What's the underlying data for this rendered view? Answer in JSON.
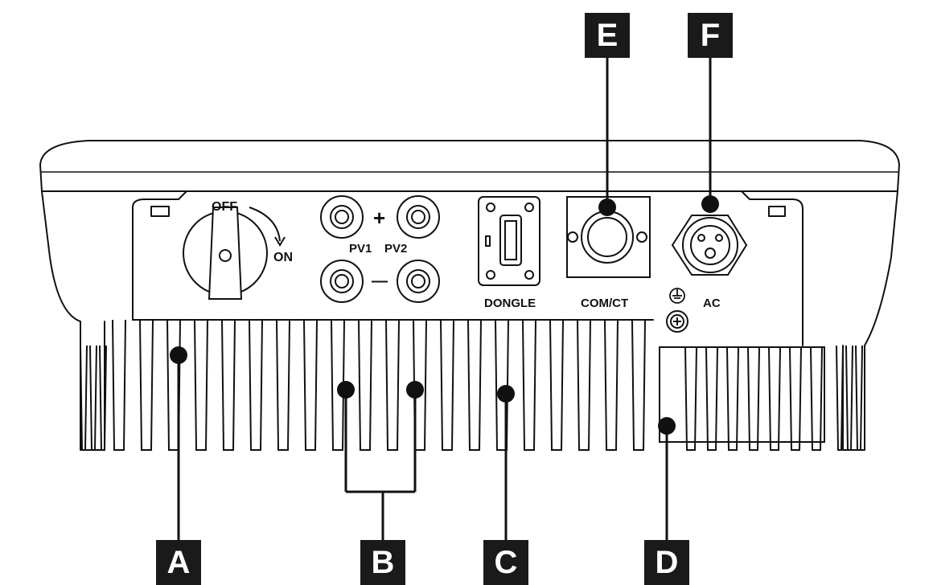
{
  "switch": {
    "off_label": "OFF",
    "on_label": "ON"
  },
  "pv": {
    "plus_sign": "+",
    "minus_sign": "—",
    "pv1_label": "PV1",
    "pv2_label": "PV2"
  },
  "ports": {
    "dongle_label": "DONGLE",
    "comct_label": "COM/CT",
    "ac_label": "AC"
  },
  "callouts": {
    "a": "A",
    "b": "B",
    "c": "C",
    "d": "D",
    "e": "E",
    "f": "F"
  },
  "icons": {
    "ground": "ground-icon",
    "switch": "dc-switch-icon"
  },
  "colors": {
    "line": "#111111",
    "callout_bg": "#1a1a1a",
    "callout_text": "#ffffff"
  }
}
